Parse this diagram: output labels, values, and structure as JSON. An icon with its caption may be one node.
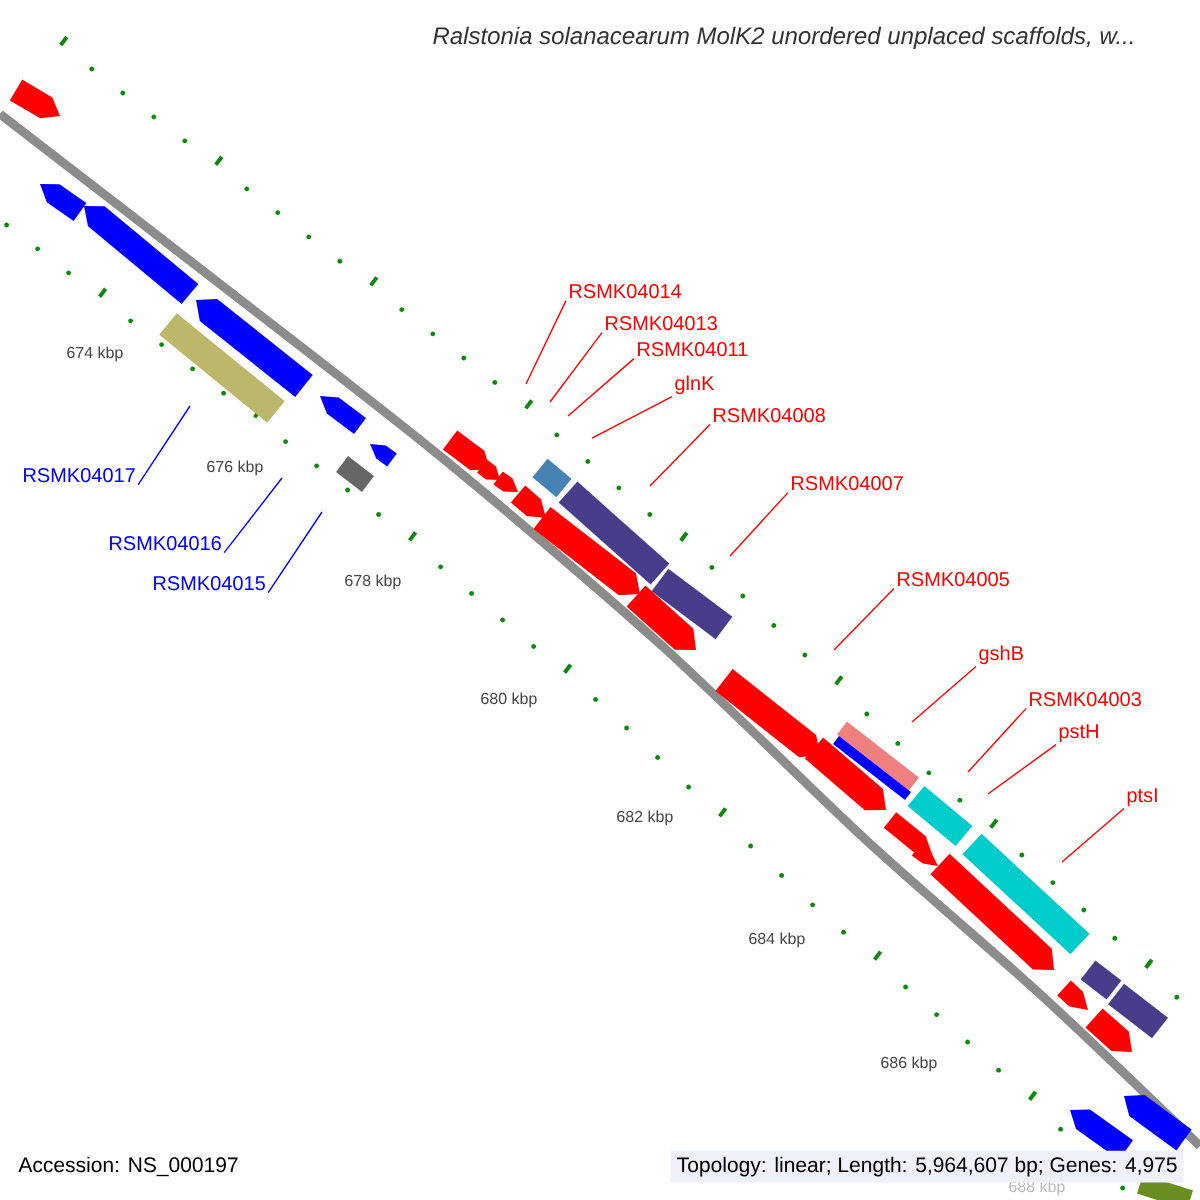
{
  "diagram": {
    "title": "Ralstonia solanacearum MolK2 unordered unplaced scaffolds, w...",
    "nodes": [
      {
        "text": [
          "RSMK04014"
        ]
      },
      {
        "text": [
          "RSMK04013"
        ]
      },
      {
        "text": [
          "RSMK04011"
        ]
      },
      {
        "text": [
          "glnK"
        ]
      },
      {
        "text": [
          "RSMK04008"
        ]
      },
      {
        "text": [
          "RSMK04017"
        ]
      },
      {
        "text": [
          "RSMK04007"
        ]
      },
      {
        "text": [
          "RSMK04016"
        ]
      },
      {
        "text": [
          "RSMK04005"
        ]
      },
      {
        "text": [
          "RSMK04015"
        ]
      },
      {
        "text": [
          "gshB"
        ]
      },
      {
        "text": [
          "RSMK04003"
        ]
      },
      {
        "text": [
          "pstH"
        ]
      },
      {
        "text": [
          "ptsI"
        ]
      }
    ],
    "edges": [
      {
        "from": 0,
        "to": null,
        "arrow": "none"
      },
      {
        "from": 1,
        "to": null,
        "arrow": "none"
      },
      {
        "from": 2,
        "to": null,
        "arrow": "none"
      },
      {
        "from": 3,
        "to": null,
        "arrow": "none"
      },
      {
        "from": 4,
        "to": null,
        "arrow": "none"
      },
      {
        "from": 5,
        "to": null,
        "arrow": "none",
        "color": "#0000ff"
      },
      {
        "from": 6,
        "to": null,
        "arrow": "none"
      },
      {
        "from": 7,
        "to": null,
        "arrow": "none",
        "color": "#0000ff"
      },
      {
        "from": 8,
        "to": null,
        "arrow": "none"
      },
      {
        "from": 9,
        "to": null,
        "arrow": "none",
        "color": "#0000ff"
      },
      {
        "from": 10,
        "to": null,
        "arrow": "none"
      },
      {
        "from": 11,
        "to": null,
        "arrow": "none"
      },
      {
        "from": 12,
        "to": null,
        "arrow": "none"
      },
      {
        "from": 13,
        "to": null,
        "arrow": "none"
      }
    ],
    "labels": [
      "674 kbp",
      "676 kbp",
      "678 kbp",
      "680 kbp",
      "682 kbp",
      "684 kbp",
      "686 kbp",
      "688 kbp",
      "Accession: NS_000197",
      "Topology: linear; Length: 5,964,607 bp; Genes: 4,975"
    ]
  }
}
